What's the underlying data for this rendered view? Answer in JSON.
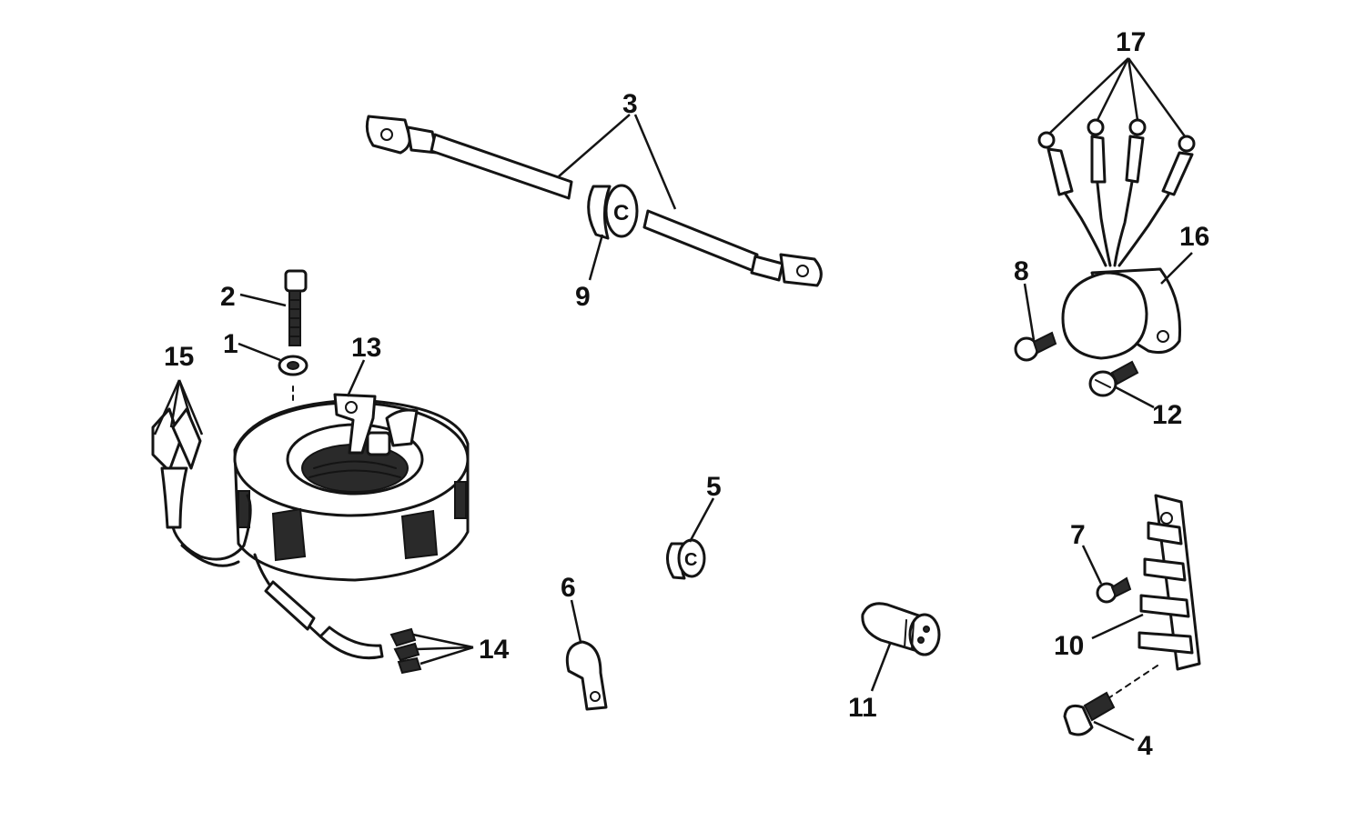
{
  "colors": {
    "ink": "#141414",
    "paper": "#ffffff"
  },
  "callouts": [
    {
      "id": "1",
      "text": "1"
    },
    {
      "id": "2",
      "text": "2"
    },
    {
      "id": "3",
      "text": "3"
    },
    {
      "id": "4",
      "text": "4"
    },
    {
      "id": "5",
      "text": "5"
    },
    {
      "id": "6",
      "text": "6"
    },
    {
      "id": "7",
      "text": "7"
    },
    {
      "id": "8",
      "text": "8"
    },
    {
      "id": "9",
      "text": "9"
    },
    {
      "id": "10",
      "text": "10"
    },
    {
      "id": "11",
      "text": "11"
    },
    {
      "id": "12",
      "text": "12"
    },
    {
      "id": "13",
      "text": "13"
    },
    {
      "id": "14",
      "text": "14"
    },
    {
      "id": "15",
      "text": "15"
    },
    {
      "id": "16",
      "text": "16"
    },
    {
      "id": "17",
      "text": "17"
    }
  ],
  "grommet_marks": {
    "part9": "C",
    "part5": "C"
  }
}
